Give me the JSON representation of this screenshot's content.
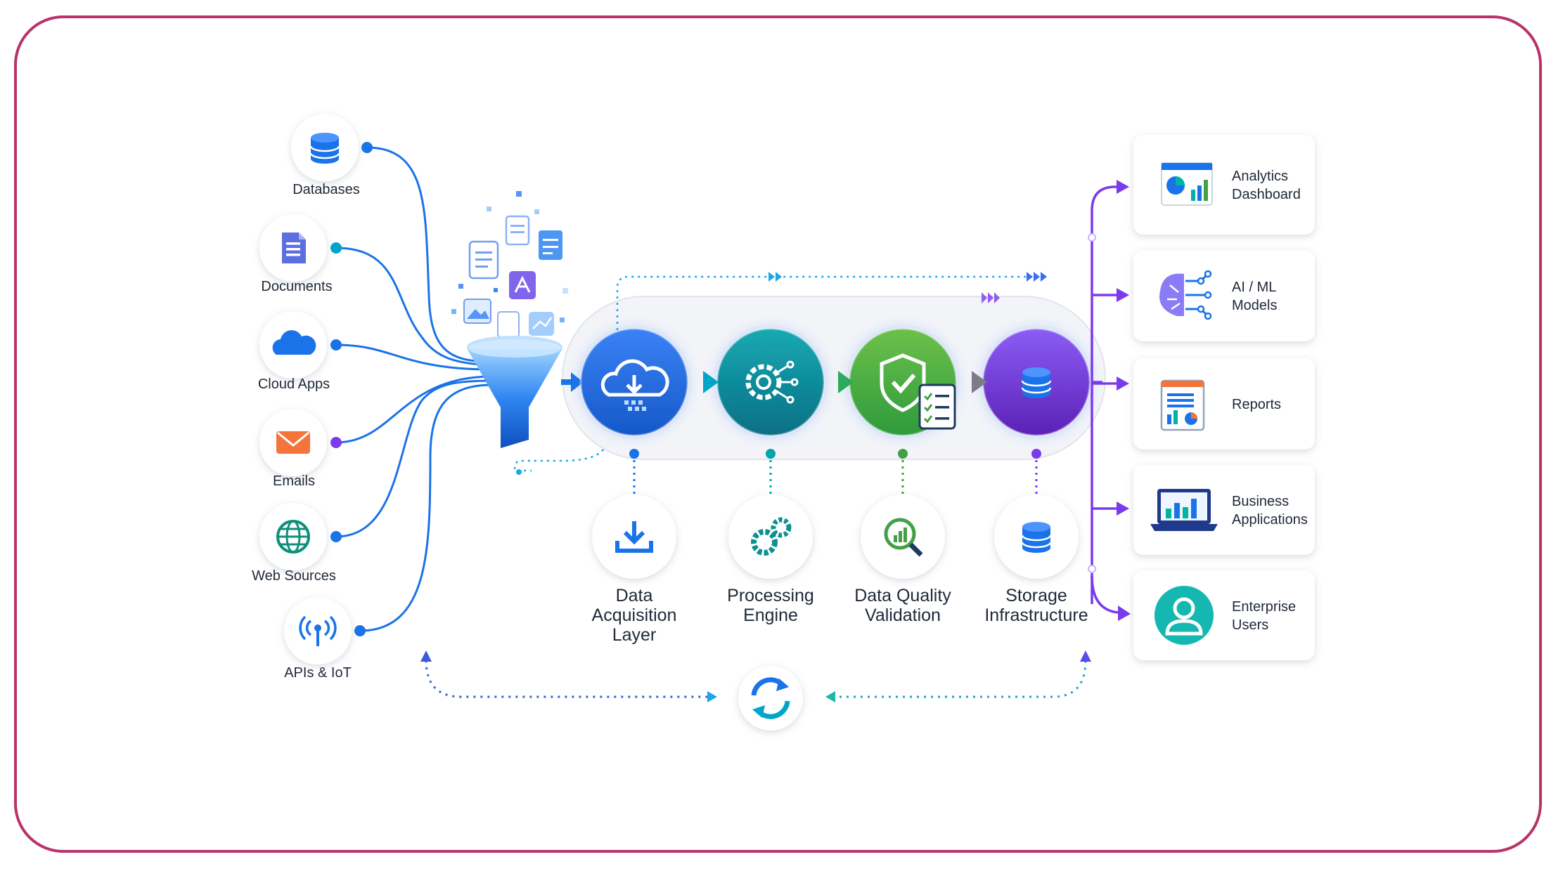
{
  "colors": {
    "frame": "#b8336a",
    "blue": "#1a73e8",
    "teal": "#00a5a8",
    "green": "#43a047",
    "purple": "#7c3aed"
  },
  "sources": [
    {
      "label": "Databases",
      "icon": "database-icon"
    },
    {
      "label": "Documents",
      "icon": "document-icon"
    },
    {
      "label": "Cloud Apps",
      "icon": "cloud-icon"
    },
    {
      "label": "Emails",
      "icon": "email-icon"
    },
    {
      "label": "Web Sources",
      "icon": "globe-icon"
    },
    {
      "label": "APIs & IoT",
      "icon": "antenna-icon"
    }
  ],
  "stages": [
    {
      "label_lines": [
        "Data",
        "Acquisition",
        "Layer"
      ],
      "icon": "cloud-download-icon",
      "sub_icon": "download-icon"
    },
    {
      "label_lines": [
        "Processing",
        "Engine"
      ],
      "icon": "gear-circuit-icon",
      "sub_icon": "gears-icon"
    },
    {
      "label_lines": [
        "Data Quality",
        "Validation"
      ],
      "icon": "shield-check-icon",
      "sub_icon": "magnifier-chart-icon"
    },
    {
      "label_lines": [
        "Storage",
        "Infrastructure"
      ],
      "icon": "database-icon",
      "sub_icon": "database-icon"
    }
  ],
  "outputs": [
    {
      "label_lines": [
        "Analytics",
        "Dashboard"
      ],
      "icon": "dashboard-icon"
    },
    {
      "label_lines": [
        "AI / ML",
        "Models"
      ],
      "icon": "brain-circuit-icon"
    },
    {
      "label_lines": [
        "Reports"
      ],
      "icon": "report-icon"
    },
    {
      "label_lines": [
        "Business",
        "Applications"
      ],
      "icon": "laptop-chart-icon"
    },
    {
      "label_lines": [
        "Enterprise",
        "Users"
      ],
      "icon": "user-icon"
    }
  ]
}
